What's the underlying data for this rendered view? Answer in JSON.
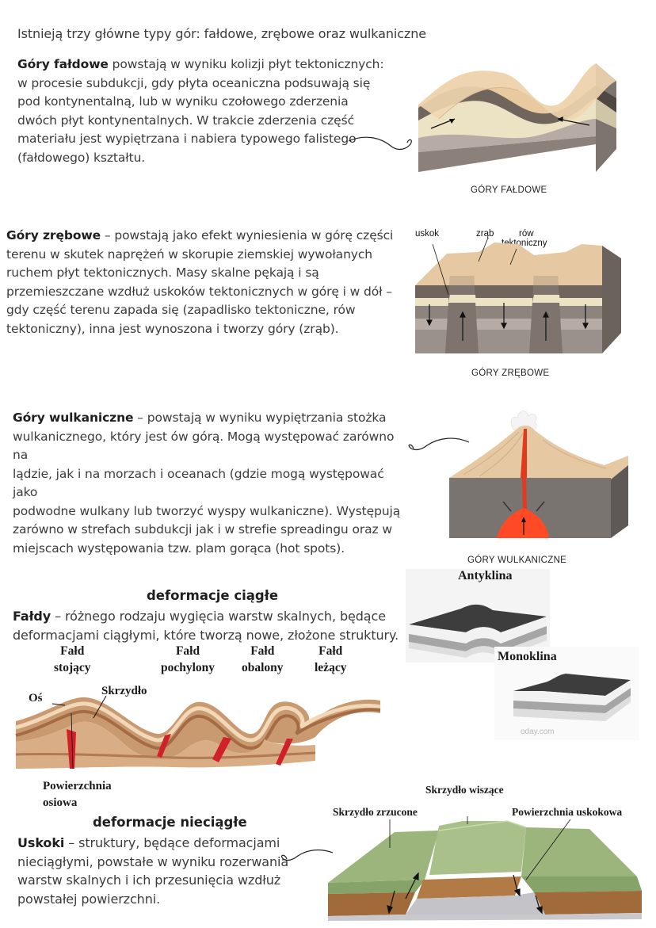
{
  "intro": "Istnieją trzy główne typy gór: fałdowe, zrębowe oraz wulkaniczne",
  "folded": {
    "term": "Góry fałdowe",
    "lines": [
      " powstają w wyniku kolizji płyt tektonicznych:",
      "w procesie subdukcji, gdy płyta oceaniczna podsuwają się",
      "pod kontynentalną, lub w wyniku czołowego zderzenia",
      "dwóch płyt kontynentalnych. W trakcie zderzenia część",
      "materiału jest wypiętrzana i nabiera typowego falistego",
      "(fałdowego) kształtu."
    ],
    "caption": "GÓRY FAŁDOWE"
  },
  "block": {
    "term": "Góry zrębowe",
    "lines": [
      " – powstają jako efekt wyniesienia w górę części",
      "terenu w skutek naprężeń w skorupie ziemskiej wywołanych",
      "ruchem płyt tektonicznych. Masy skalne pękają i są",
      "przemieszczane wzdłuż uskoków tektonicznych w górę i w dół –",
      "gdy część terenu zapada się (zapadlisko tektoniczne, rów",
      "tektoniczny), inna jest wynoszona i tworzy góry (zrąb)."
    ],
    "labels": {
      "fault": "uskok",
      "horst": "zrąb",
      "graben_1": "rów",
      "graben_2": "tektoniczny"
    },
    "caption": "GÓRY ZRĘBOWE"
  },
  "volcanic": {
    "term": "Góry wulkaniczne",
    "lines": [
      " – powstają w wyniku wypiętrzania stożka",
      "wulkanicznego, który jest ów górą. Mogą występować zarówno na",
      "lądzie, jak i na morzach i oceanach (gdzie mogą występować jako",
      "podwodne wulkany lub tworzyć wyspy wulkaniczne). Występują",
      "zarówno w strefach subdukcji jak i w strefie spreadingu oraz w",
      "miejscach występowania tzw. plam gorąca (hot spots)."
    ],
    "caption": "GÓRY WULKANICZNE"
  },
  "continuous": {
    "heading": "deformacje ciągłe",
    "term": "Fałdy",
    "lines": [
      " – różnego rodzaju wygięcia warstw skalnych, będące",
      "deformacjami ciągłymi, które tworzą nowe, złożone struktury."
    ],
    "fold_types": [
      {
        "line1": "Fałd",
        "line2": "stojący"
      },
      {
        "line1": "Fałd",
        "line2": "pochylony"
      },
      {
        "line1": "Fałd",
        "line2": "obalony"
      },
      {
        "line1": "Fałd",
        "line2": "leżący"
      }
    ],
    "axis_label": "Oś",
    "limb_label": "Skrzydło",
    "axial_surface_1": "Powierzchnia",
    "axial_surface_2": "osiowa",
    "anticline": "Antyklina",
    "monocline": "Monoklina",
    "watermark": "oday.com"
  },
  "discontinuous": {
    "heading": "deformacje nieciągłe",
    "term": "Uskoki",
    "lines": [
      " – struktury, będące deformacjami",
      "nieciągłymi, powstałe w wyniku rozerwania",
      "warstw skalnych i ich przesunięcia wzdłuż",
      "powstałej powierzchni."
    ],
    "hanging_wall": "Skrzydło wiszące",
    "footwall": "Skrzydło zrzucone",
    "fault_plane": "Powierzchnia uskokowa"
  },
  "colors": {
    "sand": "#e8c9a0",
    "dark_layer": "#6f655d",
    "light_layer": "#ece3c4",
    "grey_layer": "#9b918c",
    "lava": "#e23a1f",
    "grass": "#9cb57c"
  }
}
